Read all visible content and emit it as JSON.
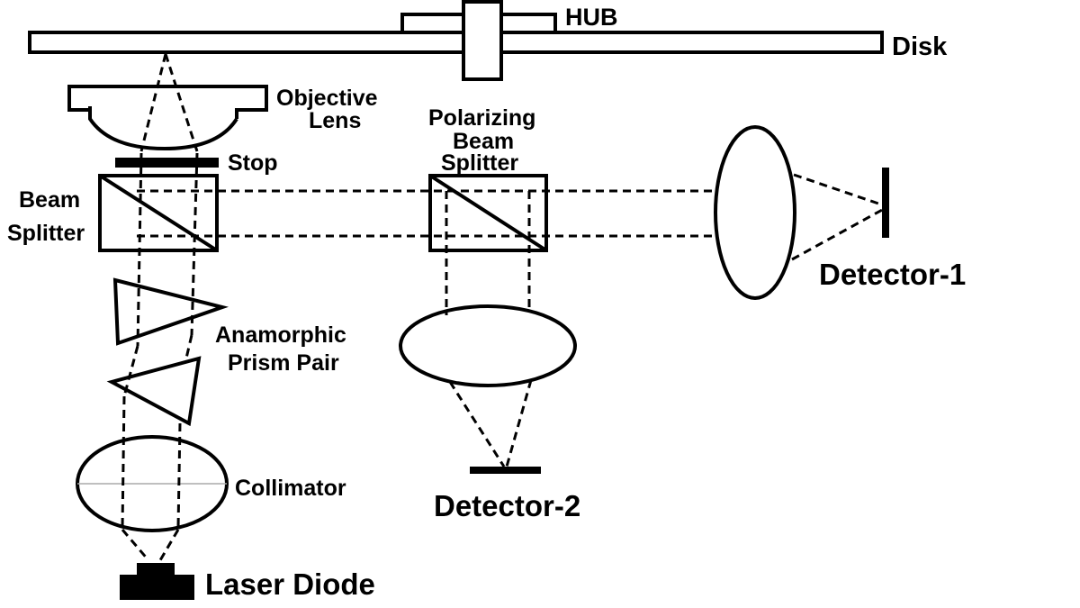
{
  "labels": {
    "hub": "HUB",
    "disk": "Disk",
    "objective_lens": [
      "Objective",
      "Lens"
    ],
    "stop": "Stop",
    "beam_splitter": [
      "Beam",
      "Splitter"
    ],
    "polarizing_beam_splitter": [
      "Polarizing",
      "Beam",
      "Splitter"
    ],
    "anamorphic_prism_pair": [
      "Anamorphic",
      "Prism Pair"
    ],
    "collimator": "Collimator",
    "laser_diode": "Laser Diode",
    "detector_1": "Detector-1",
    "detector_2": "Detector-2"
  }
}
